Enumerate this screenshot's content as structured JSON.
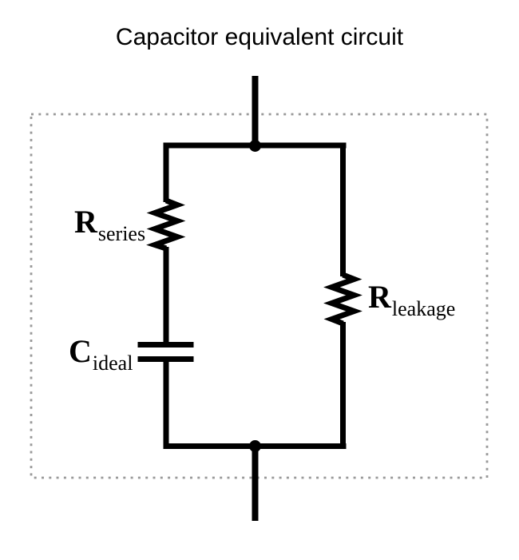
{
  "title": "Capacitor equivalent circuit",
  "diagram": {
    "labels": {
      "r_series": {
        "main": "R",
        "sub": "series"
      },
      "c_ideal": {
        "main": "C",
        "sub": "ideal"
      },
      "r_leakage": {
        "main": "R",
        "sub": "leakage"
      }
    },
    "colors": {
      "wire": "#000000",
      "junction": "#000000",
      "boundary": "#999999",
      "background": "#ffffff"
    }
  }
}
